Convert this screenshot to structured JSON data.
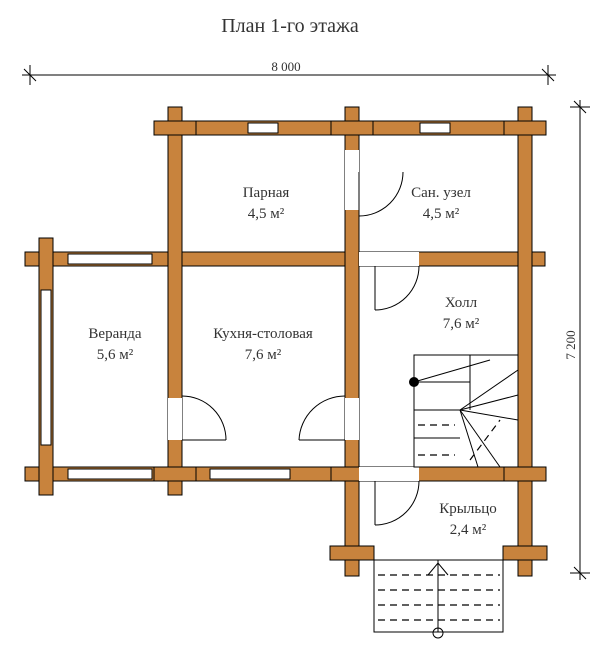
{
  "title": "План 1-го этажа",
  "dimensions": {
    "width": "8 000",
    "height": "7 200"
  },
  "rooms": [
    {
      "name": "Парная",
      "area": "4,5 м²"
    },
    {
      "name": "Сан. узел",
      "area": "4,5 м²"
    },
    {
      "name": "Веранда",
      "area": "5,6 м²"
    },
    {
      "name": "Кухня-столовая",
      "area": "7,6 м²"
    },
    {
      "name": "Холл",
      "area": "7,6 м²"
    },
    {
      "name": "Крыльцо",
      "area": "2,4 м²"
    }
  ],
  "colors": {
    "log_wall": "#c8833d",
    "outline": "#000000",
    "text": "#333333"
  }
}
